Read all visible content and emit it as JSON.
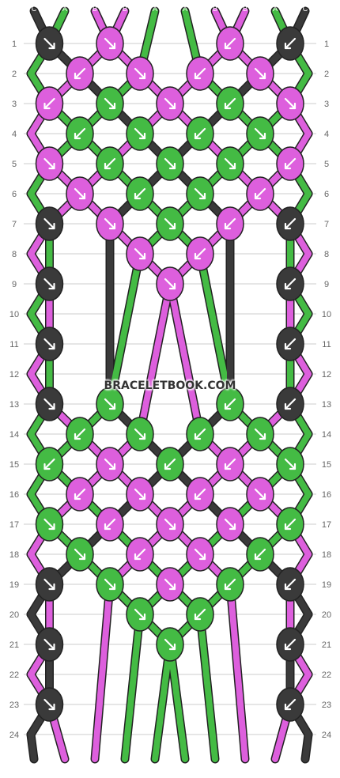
{
  "watermark": "BRACELETBOOK.COM",
  "colors": {
    "C": "#3a3a3a",
    "A": "#44bb44",
    "B": "#dd5fdd",
    "grid": "#cccccc",
    "row_label": "#666666",
    "string_label": "#ffffff"
  },
  "strings": {
    "top": [
      "C",
      "A",
      "B",
      "B",
      "A",
      "A",
      "B",
      "B",
      "A",
      "C"
    ],
    "bottom": [
      "C",
      "A",
      "B",
      "B",
      "A",
      "A",
      "B",
      "B",
      "A",
      "C"
    ]
  },
  "rows": [
    "1",
    "2",
    "3",
    "4",
    "5",
    "6",
    "7",
    "8",
    "9",
    "10",
    "11",
    "12",
    "13",
    "14",
    "15",
    "16",
    "17",
    "18",
    "19",
    "20",
    "21",
    "22",
    "23",
    "24"
  ],
  "knots": [
    {
      "row": 1,
      "pos": 0,
      "color": "C",
      "dir": "se"
    },
    {
      "row": 1,
      "pos": 2,
      "color": "B",
      "dir": "se"
    },
    {
      "row": 1,
      "pos": 6,
      "color": "B",
      "dir": "sw"
    },
    {
      "row": 1,
      "pos": 8,
      "color": "C",
      "dir": "sw"
    },
    {
      "row": 2,
      "pos": 1,
      "color": "B",
      "dir": "sw"
    },
    {
      "row": 2,
      "pos": 3,
      "color": "B",
      "dir": "se"
    },
    {
      "row": 2,
      "pos": 5,
      "color": "B",
      "dir": "sw"
    },
    {
      "row": 2,
      "pos": 7,
      "color": "B",
      "dir": "se"
    },
    {
      "row": 3,
      "pos": 0,
      "color": "B",
      "dir": "sw"
    },
    {
      "row": 3,
      "pos": 2,
      "color": "A",
      "dir": "se"
    },
    {
      "row": 3,
      "pos": 4,
      "color": "B",
      "dir": "se"
    },
    {
      "row": 3,
      "pos": 6,
      "color": "A",
      "dir": "sw"
    },
    {
      "row": 3,
      "pos": 8,
      "color": "B",
      "dir": "se"
    },
    {
      "row": 4,
      "pos": 1,
      "color": "A",
      "dir": "sw"
    },
    {
      "row": 4,
      "pos": 3,
      "color": "A",
      "dir": "se"
    },
    {
      "row": 4,
      "pos": 5,
      "color": "A",
      "dir": "sw"
    },
    {
      "row": 4,
      "pos": 7,
      "color": "A",
      "dir": "se"
    },
    {
      "row": 5,
      "pos": 0,
      "color": "B",
      "dir": "se"
    },
    {
      "row": 5,
      "pos": 2,
      "color": "A",
      "dir": "sw"
    },
    {
      "row": 5,
      "pos": 4,
      "color": "A",
      "dir": "se"
    },
    {
      "row": 5,
      "pos": 6,
      "color": "A",
      "dir": "se"
    },
    {
      "row": 5,
      "pos": 8,
      "color": "B",
      "dir": "sw"
    },
    {
      "row": 6,
      "pos": 1,
      "color": "B",
      "dir": "se"
    },
    {
      "row": 6,
      "pos": 3,
      "color": "A",
      "dir": "sw"
    },
    {
      "row": 6,
      "pos": 5,
      "color": "A",
      "dir": "se"
    },
    {
      "row": 6,
      "pos": 7,
      "color": "B",
      "dir": "sw"
    },
    {
      "row": 7,
      "pos": 0,
      "color": "C",
      "dir": "se"
    },
    {
      "row": 7,
      "pos": 2,
      "color": "B",
      "dir": "se"
    },
    {
      "row": 7,
      "pos": 4,
      "color": "A",
      "dir": "se"
    },
    {
      "row": 7,
      "pos": 6,
      "color": "B",
      "dir": "sw"
    },
    {
      "row": 7,
      "pos": 8,
      "color": "C",
      "dir": "sw"
    },
    {
      "row": 8,
      "pos": 3,
      "color": "B",
      "dir": "se"
    },
    {
      "row": 8,
      "pos": 5,
      "color": "B",
      "dir": "sw"
    },
    {
      "row": 9,
      "pos": 0,
      "color": "C",
      "dir": "se"
    },
    {
      "row": 9,
      "pos": 4,
      "color": "B",
      "dir": "se"
    },
    {
      "row": 9,
      "pos": 8,
      "color": "C",
      "dir": "sw"
    },
    {
      "row": 11,
      "pos": 0,
      "color": "C",
      "dir": "se"
    },
    {
      "row": 11,
      "pos": 8,
      "color": "C",
      "dir": "sw"
    },
    {
      "row": 13,
      "pos": 0,
      "color": "C",
      "dir": "se"
    },
    {
      "row": 13,
      "pos": 2,
      "color": "A",
      "dir": "se"
    },
    {
      "row": 13,
      "pos": 6,
      "color": "A",
      "dir": "sw"
    },
    {
      "row": 13,
      "pos": 8,
      "color": "C",
      "dir": "sw"
    },
    {
      "row": 14,
      "pos": 1,
      "color": "A",
      "dir": "sw"
    },
    {
      "row": 14,
      "pos": 3,
      "color": "A",
      "dir": "se"
    },
    {
      "row": 14,
      "pos": 5,
      "color": "A",
      "dir": "sw"
    },
    {
      "row": 14,
      "pos": 7,
      "color": "A",
      "dir": "se"
    },
    {
      "row": 15,
      "pos": 0,
      "color": "A",
      "dir": "sw"
    },
    {
      "row": 15,
      "pos": 2,
      "color": "B",
      "dir": "se"
    },
    {
      "row": 15,
      "pos": 4,
      "color": "A",
      "dir": "sw"
    },
    {
      "row": 15,
      "pos": 6,
      "color": "B",
      "dir": "sw"
    },
    {
      "row": 15,
      "pos": 8,
      "color": "A",
      "dir": "se"
    },
    {
      "row": 16,
      "pos": 1,
      "color": "B",
      "dir": "sw"
    },
    {
      "row": 16,
      "pos": 3,
      "color": "B",
      "dir": "se"
    },
    {
      "row": 16,
      "pos": 5,
      "color": "B",
      "dir": "sw"
    },
    {
      "row": 16,
      "pos": 7,
      "color": "B",
      "dir": "se"
    },
    {
      "row": 17,
      "pos": 0,
      "color": "A",
      "dir": "se"
    },
    {
      "row": 17,
      "pos": 2,
      "color": "B",
      "dir": "sw"
    },
    {
      "row": 17,
      "pos": 4,
      "color": "B",
      "dir": "se"
    },
    {
      "row": 17,
      "pos": 6,
      "color": "B",
      "dir": "se"
    },
    {
      "row": 17,
      "pos": 8,
      "color": "A",
      "dir": "sw"
    },
    {
      "row": 18,
      "pos": 1,
      "color": "A",
      "dir": "se"
    },
    {
      "row": 18,
      "pos": 3,
      "color": "B",
      "dir": "sw"
    },
    {
      "row": 18,
      "pos": 5,
      "color": "B",
      "dir": "se"
    },
    {
      "row": 18,
      "pos": 7,
      "color": "A",
      "dir": "sw"
    },
    {
      "row": 19,
      "pos": 0,
      "color": "C",
      "dir": "se"
    },
    {
      "row": 19,
      "pos": 2,
      "color": "A",
      "dir": "se"
    },
    {
      "row": 19,
      "pos": 4,
      "color": "B",
      "dir": "se"
    },
    {
      "row": 19,
      "pos": 6,
      "color": "A",
      "dir": "sw"
    },
    {
      "row": 19,
      "pos": 8,
      "color": "C",
      "dir": "sw"
    },
    {
      "row": 20,
      "pos": 3,
      "color": "A",
      "dir": "se"
    },
    {
      "row": 20,
      "pos": 5,
      "color": "A",
      "dir": "sw"
    },
    {
      "row": 21,
      "pos": 0,
      "color": "C",
      "dir": "se"
    },
    {
      "row": 21,
      "pos": 4,
      "color": "A",
      "dir": "se"
    },
    {
      "row": 21,
      "pos": 8,
      "color": "C",
      "dir": "sw"
    },
    {
      "row": 23,
      "pos": 0,
      "color": "C",
      "dir": "se"
    },
    {
      "row": 23,
      "pos": 8,
      "color": "C",
      "dir": "sw"
    }
  ]
}
